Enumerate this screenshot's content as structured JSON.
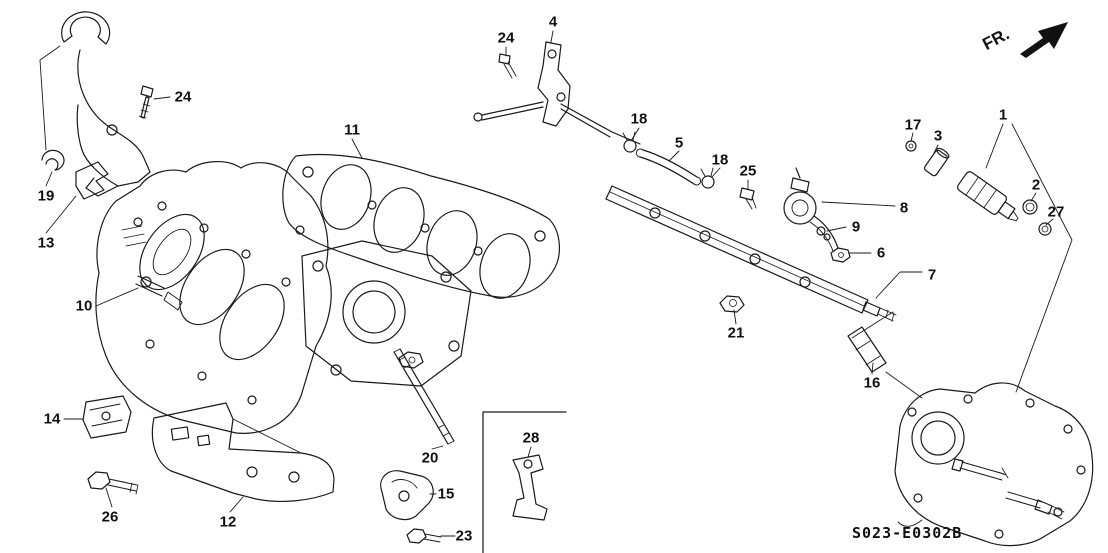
{
  "fr_label": {
    "text": "FR."
  },
  "diagram_code": "S023-E0302B",
  "callouts": {
    "c1": "1",
    "c2": "2",
    "c3": "3",
    "c4": "4",
    "c5": "5",
    "c6": "6",
    "c7": "7",
    "c8": "8",
    "c9": "9",
    "c10": "10",
    "c11": "11",
    "c12": "12",
    "c13": "13",
    "c14": "14",
    "c15": "15",
    "c16": "16",
    "c17": "17",
    "c18a": "18",
    "c18b": "18",
    "c19": "19",
    "c20": "20",
    "c21": "21",
    "c23": "23",
    "c24a": "24",
    "c24b": "24",
    "c25": "25",
    "c26": "26",
    "c27": "27",
    "c28": "28"
  }
}
